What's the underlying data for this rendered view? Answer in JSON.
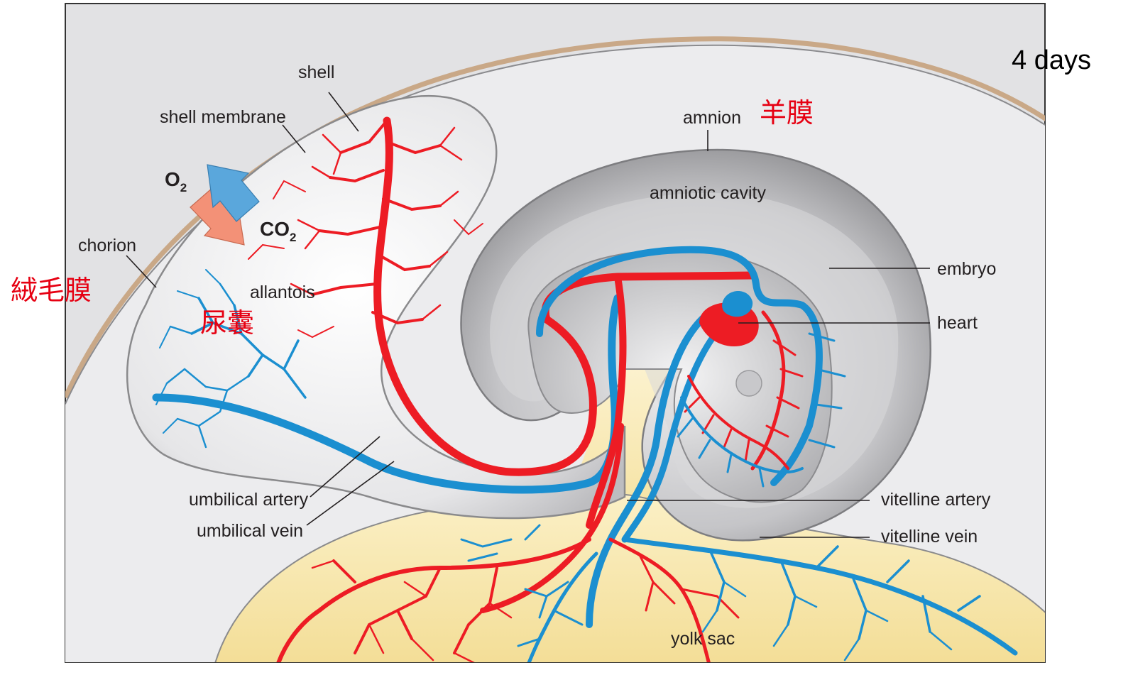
{
  "labels": {
    "shell": "shell",
    "shell_membrane": "shell membrane",
    "chorion": "chorion",
    "allantois": "allantois",
    "amnion": "amnion",
    "amniotic_cavity": "amniotic cavity",
    "embryo": "embryo",
    "heart": "heart",
    "umbilical_artery": "umbilical artery",
    "umbilical_vein": "umbilical vein",
    "vitelline_artery": "vitelline artery",
    "vitelline_vein": "vitelline vein",
    "yolk_sac": "yolk sac"
  },
  "gases": {
    "o2": "O",
    "o2_sub": "2",
    "co2": "CO",
    "co2_sub": "2"
  },
  "chinese_labels": {
    "amnion": "羊膜",
    "chorion": "絨毛膜",
    "allantois": "尿囊"
  },
  "stage": "4 days",
  "colors": {
    "artery": "#ed1c24",
    "vein": "#1b8fd0",
    "yolk": "#f8e9b0",
    "membrane": "#9a9a9c",
    "shell": "#c9a887",
    "o2_arrow": "#f39177",
    "co2_arrow": "#5aa7dc",
    "annotation_red": "#e60012"
  }
}
